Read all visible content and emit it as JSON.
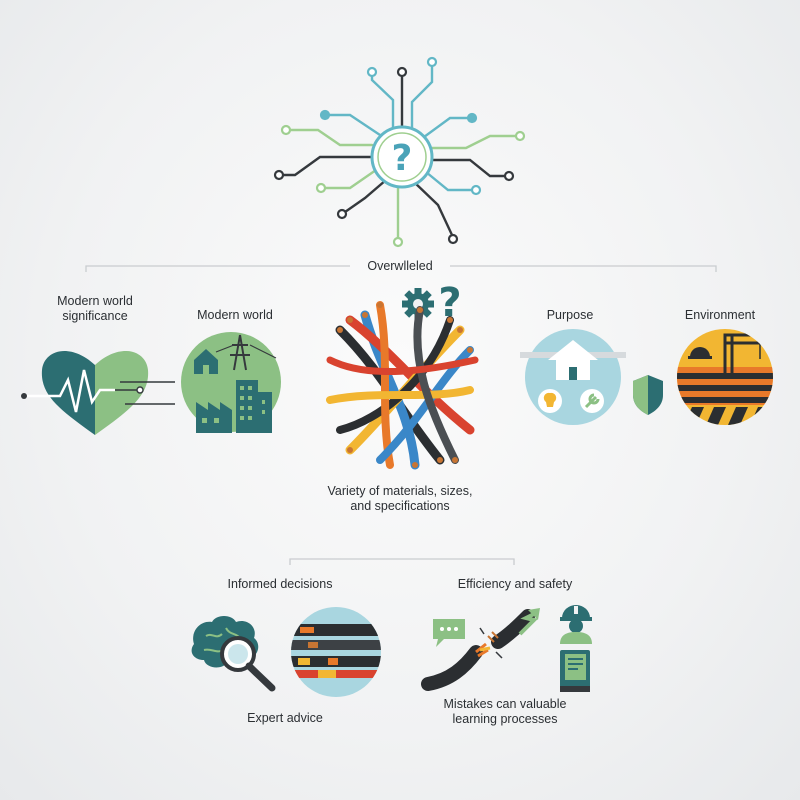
{
  "top": {
    "header_label": "Overwlleled"
  },
  "left": {
    "label_significance": "Modern world significance",
    "label_modern_world": "Modern world"
  },
  "center": {
    "caption": "Variety of materials, sizes, and specifications"
  },
  "right": {
    "label_purpose": "Purpose",
    "label_environment": "Environment"
  },
  "bottom": {
    "label_informed": "Informed decisions",
    "label_efficiency": "Efficiency and safety",
    "label_expert": "Expert advice",
    "label_mistakes": "Mistakes can valuable learning processes"
  },
  "colors": {
    "teal": "#3f8a8a",
    "dark_teal": "#2c6e72",
    "light_blue": "#a9d6e0",
    "green": "#8cc084",
    "dark": "#35393d",
    "orange": "#e8792a",
    "yellow": "#f2b632",
    "red": "#d9432f",
    "blue": "#3a87c8"
  }
}
